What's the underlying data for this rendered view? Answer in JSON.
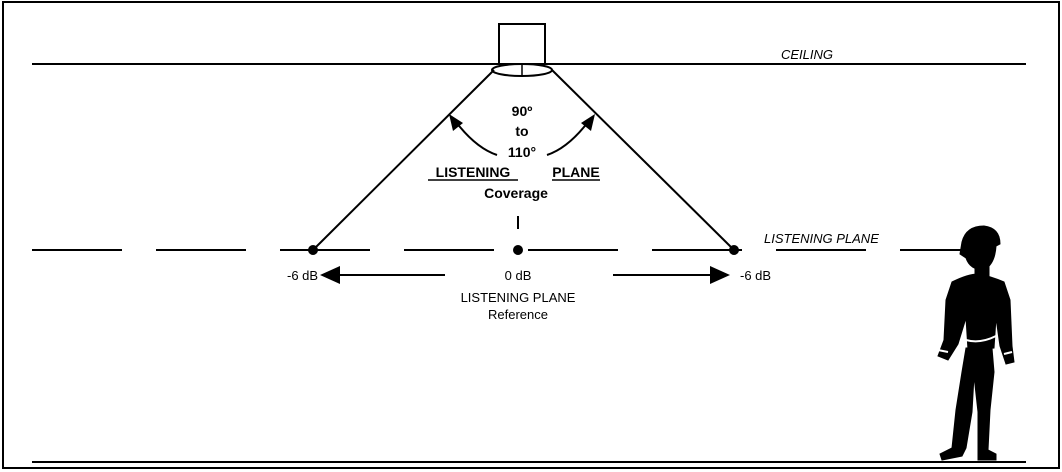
{
  "labels": {
    "ceiling": "CEILING",
    "listening_plane": "LISTENING PLANE",
    "coverage_line1": "90º",
    "coverage_line2": "to",
    "coverage_line3": "110°",
    "coverage_word1": "LISTENING",
    "coverage_word2": "PLANE",
    "coverage_line5": "Coverage",
    "left_db": "-6 dB",
    "center_db": "0 dB",
    "right_db": "-6 dB",
    "reference_line1": "LISTENING PLANE",
    "reference_line2": "Reference"
  }
}
